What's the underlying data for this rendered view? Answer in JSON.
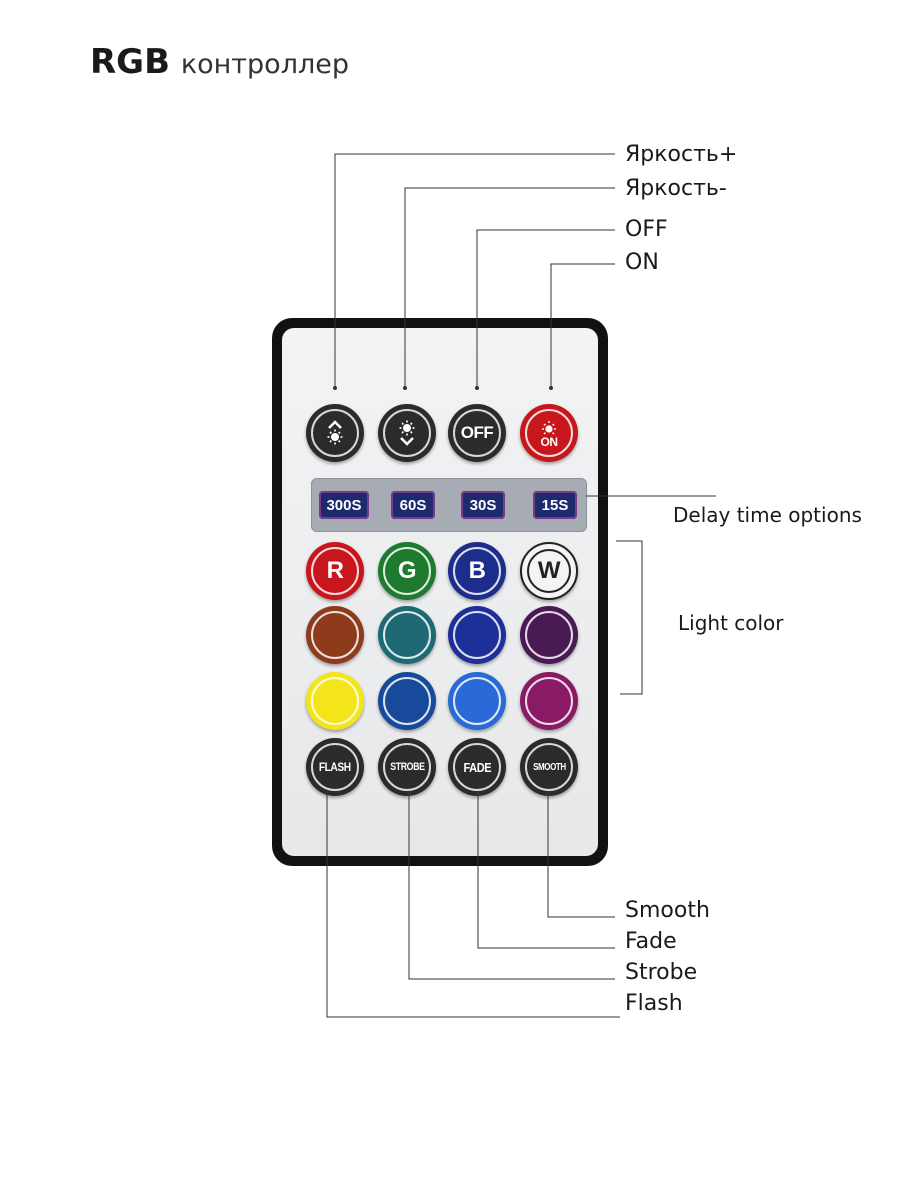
{
  "header": {
    "brand": "RGB",
    "subtitle": "контроллер"
  },
  "callouts": {
    "brightness_up": "Яркость+",
    "brightness_down": "Яркость-",
    "off": "OFF",
    "on": "ON",
    "delay": "Delay time options",
    "light_color": "Light color",
    "smooth": "Smooth",
    "fade": "Fade",
    "strobe": "Strobe",
    "flash": "Flash"
  },
  "remote": {
    "top_row": [
      {
        "id": "brightness-up",
        "icon": "sun-up-icon",
        "color": "#2b2b2b"
      },
      {
        "id": "brightness-down",
        "icon": "sun-down-icon",
        "color": "#2b2b2b"
      },
      {
        "id": "off",
        "label": "OFF",
        "color": "#2b2b2b"
      },
      {
        "id": "on",
        "label": "ON",
        "icon": "sun-icon",
        "color": "#c8161d"
      }
    ],
    "timers": [
      "300S",
      "60S",
      "30S",
      "15S"
    ],
    "letter_row": [
      {
        "label": "R",
        "color": "#c8161d"
      },
      {
        "label": "G",
        "color": "#1e7a2e"
      },
      {
        "label": "B",
        "color": "#1c2d8c"
      },
      {
        "label": "W",
        "color": "#f4f4f4"
      }
    ],
    "color_rows": [
      [
        "#8e3b1c",
        "#1d6a74",
        "#1d2f98",
        "#4a1a55"
      ],
      [
        "#f4e51a",
        "#174a9a",
        "#2a6ad8",
        "#8a1a66"
      ]
    ],
    "mode_row": [
      "FLASH",
      "STROBE",
      "FADE",
      "SMOOTH"
    ],
    "mode_color": "#2b2b2b"
  }
}
